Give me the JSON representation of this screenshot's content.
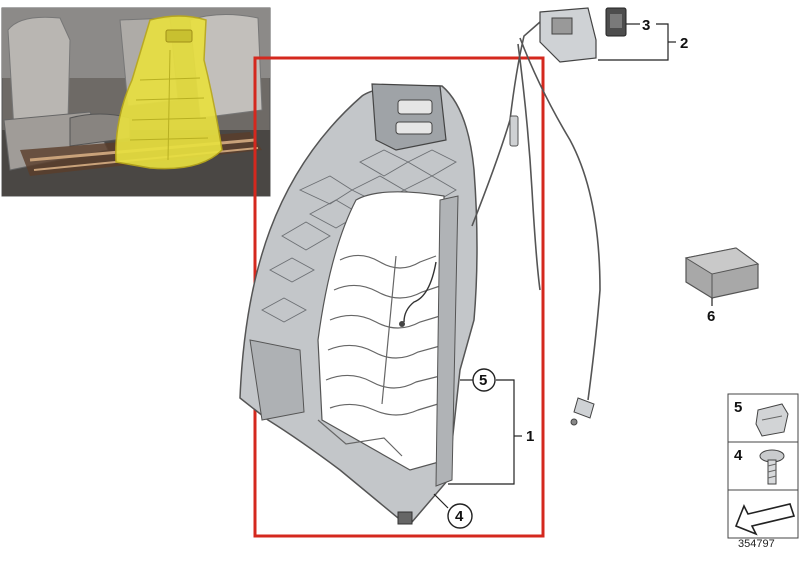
{
  "diagram": {
    "callouts": {
      "c1": "1",
      "c2": "2",
      "c3": "3",
      "c4": "4",
      "c5": "5",
      "c6": "6"
    },
    "legend": {
      "item5": "5",
      "item4": "4"
    },
    "part_number": "354797",
    "colors": {
      "highlight_frame": "#d4281e",
      "inset_highlight": "#e8e040",
      "frame_gray": "#b9bcc0",
      "line": "#333333"
    },
    "icons": [
      "seat-inset-photo",
      "seat-frame",
      "connector-module",
      "rubber-pad",
      "clip-icon",
      "screw-icon",
      "arrow-icon"
    ]
  }
}
